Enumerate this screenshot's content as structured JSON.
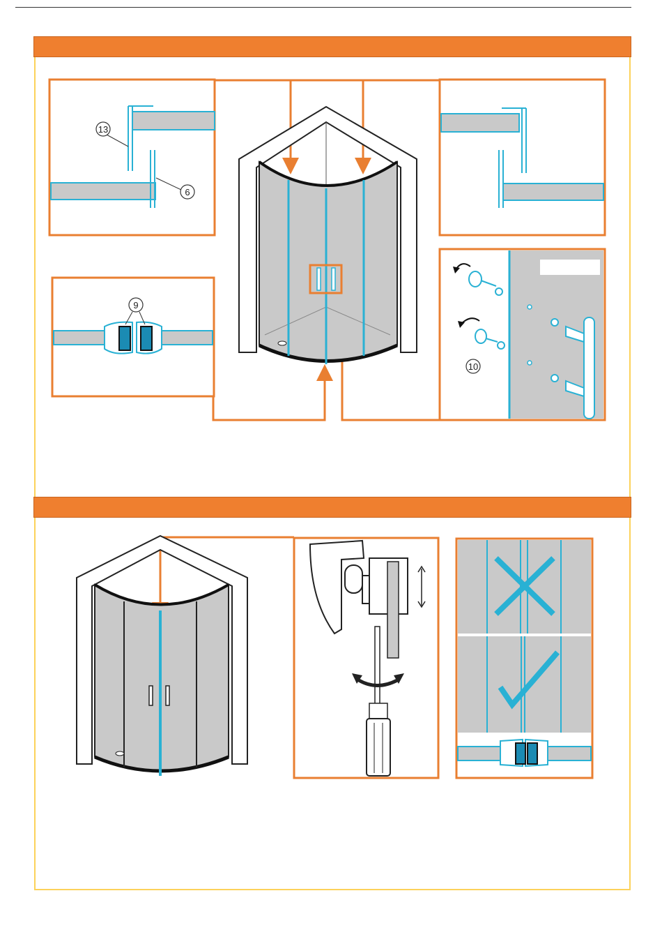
{
  "colors": {
    "accent_orange": "#ef7f2f",
    "box_orange": "#e97f31",
    "frame_yellow": "#fcd25a",
    "seal_blue": "#29b1d4",
    "glass_gray": "#c9c9c9",
    "line_dark": "#222222"
  },
  "sections": [
    {
      "callouts": {
        "top_left_a": "13",
        "top_left_b": "6",
        "magnet_strip": "9",
        "handle_knob": "10"
      }
    },
    {
      "marks": {
        "wrong": "cross-icon",
        "right": "check-icon"
      }
    }
  ]
}
